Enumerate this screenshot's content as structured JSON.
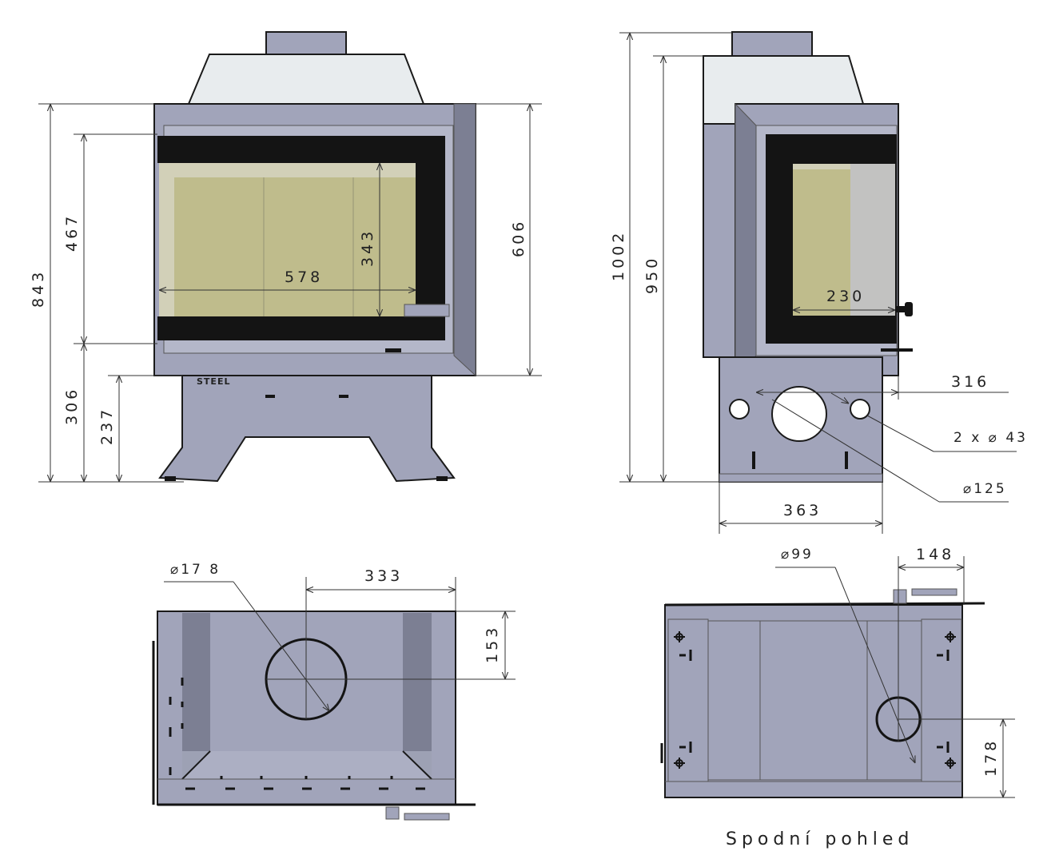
{
  "colors": {
    "steel": "#a1a4ba",
    "steel_dark": "#7c7f93",
    "steel_light": "#b4b7c9",
    "glass": "#bfbc8c",
    "glass_light": "#d2d0b8",
    "hood": "#e8ecee",
    "black": "#141414",
    "line": "#333333"
  },
  "front_view": {
    "height_total": "843",
    "height_firebox": "467",
    "height_base": "306",
    "height_stand": "237",
    "width_glass": "578",
    "height_glass": "343",
    "height_right": "606",
    "logo_text": "STEEL"
  },
  "side_view": {
    "height_total": "1002",
    "height_body": "950",
    "depth_glass": "230",
    "offset": "316",
    "inlet_small": "2 x ⌀ 43",
    "inlet_large": "⌀125",
    "depth_base": "363"
  },
  "top_view": {
    "flue_diameter": "⌀17 8",
    "flue_offset_x": "333",
    "flue_offset_y": "153"
  },
  "bottom_view": {
    "inlet_diameter": "⌀99",
    "inlet_offset_x": "148",
    "inlet_offset_y": "178",
    "caption": "Spodní pohled"
  }
}
